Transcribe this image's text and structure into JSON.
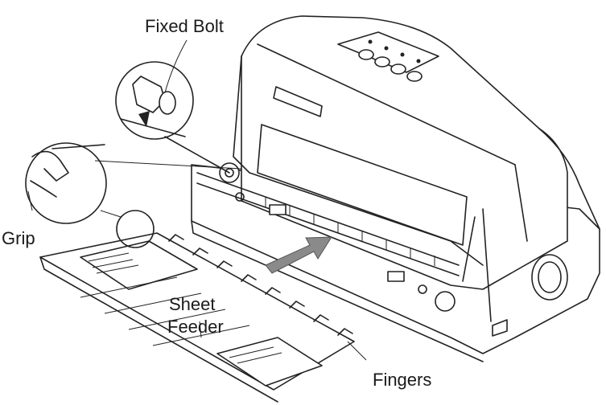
{
  "labels": {
    "fixed_bolt": "Fixed Bolt",
    "grip": "Grip",
    "sheet_feeder_line1": "Sheet",
    "sheet_feeder_line2": "Feeder",
    "fingers": "Fingers"
  },
  "colors": {
    "line": "#222222",
    "arrow": "#8a8a8a",
    "background": "#ffffff"
  }
}
